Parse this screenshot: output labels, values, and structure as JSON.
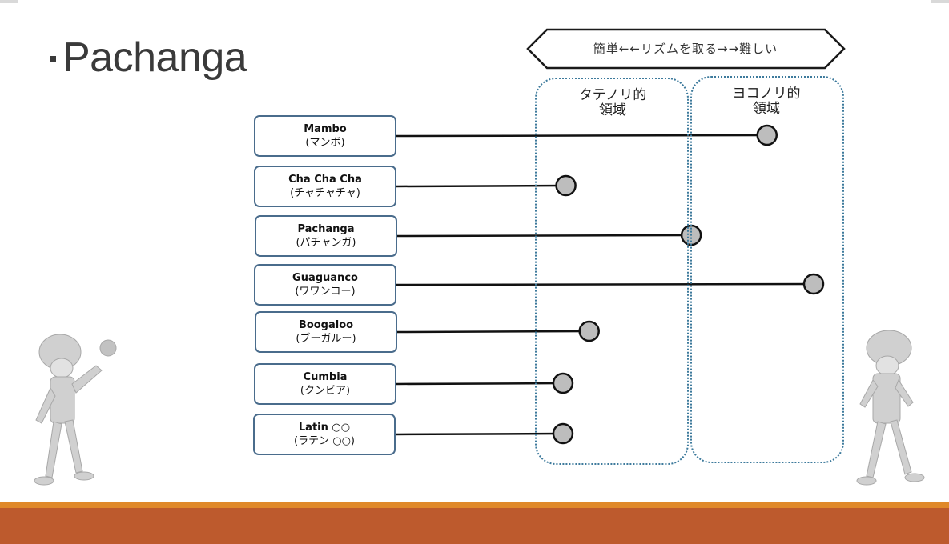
{
  "slide": {
    "title": "Pachanga",
    "scale_label": "簡単←←リズムを取る→→難しい"
  },
  "regions": [
    {
      "label": "タテノリ的\n領域"
    },
    {
      "label": "ヨコノリ的\n領域"
    }
  ],
  "genres": [
    {
      "name": "Mambo",
      "ja": "(マンボ)",
      "level": 0.84
    },
    {
      "name": "Cha Cha Cha",
      "ja": "(チャチャチャ)",
      "level": 0.15
    },
    {
      "name": "Pachanga",
      "ja": "(パチャンガ)",
      "level": 0.58
    },
    {
      "name": "Guaguanco",
      "ja": "(ワワンコー)",
      "level": 1.0
    },
    {
      "name": "Boogaloo",
      "ja": "(ブーガルー)",
      "level": 0.23
    },
    {
      "name": "Cumbia",
      "ja": "(クンビア)",
      "level": 0.14
    },
    {
      "name": "Latin ○○",
      "ja": "(ラテン ○○)",
      "level": 0.14
    }
  ],
  "colors": {
    "accent_orange": "#e0892a",
    "footer_brown": "#bd5a2d",
    "box_border": "#4a6c8c",
    "region_border": "#3d7a9c",
    "marker_fill": "#bdbdbd"
  },
  "decorations": [
    "dancer-figure-left",
    "dancer-figure-right"
  ]
}
